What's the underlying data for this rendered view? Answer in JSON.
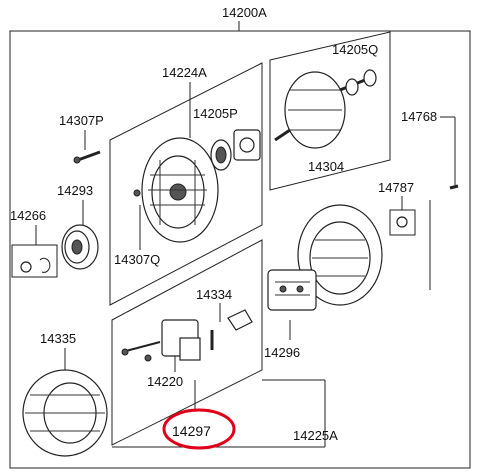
{
  "labels": {
    "assembly": "14200A",
    "rotor_set": "14205Q",
    "front_bracket": "14224A",
    "bearing_front": "14205P",
    "screw": "14307P",
    "rear_bolt": "14768",
    "rotor": "14304",
    "pulley": "14293",
    "pulley_nut": "14266",
    "rear_cover_nut": "14787",
    "front_screw": "14307Q",
    "brush": "14334",
    "stator": "14335",
    "rectifier": "14296",
    "regulator": "14220",
    "rear_bracket": "14225A",
    "circled": "14297"
  },
  "highlight_color": "#e0001a"
}
